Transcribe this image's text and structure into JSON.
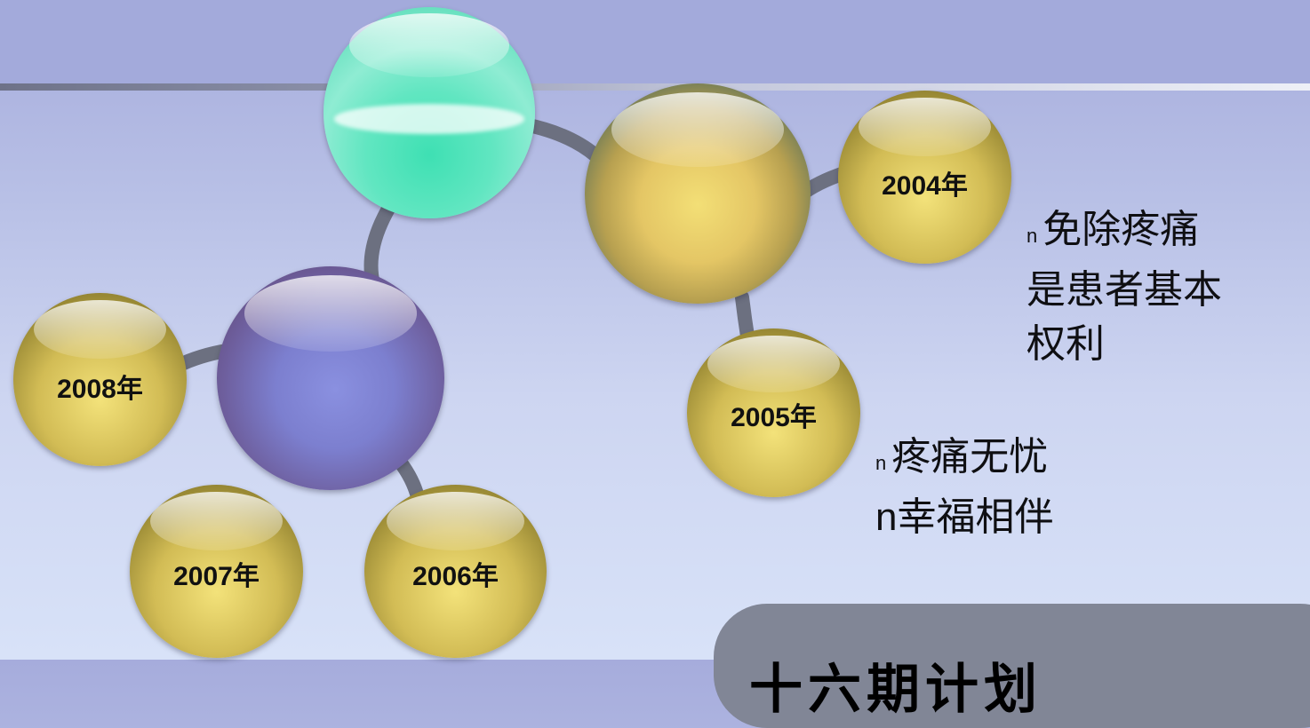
{
  "diagram": {
    "colors": {
      "background_top": "#a3aadb",
      "background_bottom": "#d8e2f8",
      "connector": "#6c7080",
      "gold": "#d2bc55",
      "teal": "#46d6ae",
      "amber": "#e4c665",
      "violet": "#7c7fcf",
      "box": "#818696"
    },
    "nodes": {
      "y2004": {
        "label": "2004年",
        "color_name": "gold"
      },
      "y2005": {
        "label": "2005年",
        "color_name": "gold"
      },
      "y2006": {
        "label": "2006年",
        "color_name": "gold"
      },
      "y2007": {
        "label": "2007年",
        "color_name": "gold"
      },
      "y2008": {
        "label": "2008年",
        "color_name": "gold"
      }
    },
    "hubs": {
      "teal": {
        "color_name": "teal"
      },
      "amber": {
        "color_name": "amber"
      },
      "violet": {
        "color_name": "violet"
      }
    },
    "text_2004": {
      "bullet": "n",
      "line1": "免除疼痛",
      "line2": "是患者基本",
      "line3": "权利"
    },
    "text_2005": {
      "bullet": "n",
      "line1": "疼痛无忧",
      "line2_prefix": "n",
      "line2": "幸福相伴"
    },
    "bottom_box": {
      "text": "十六期计划"
    }
  }
}
